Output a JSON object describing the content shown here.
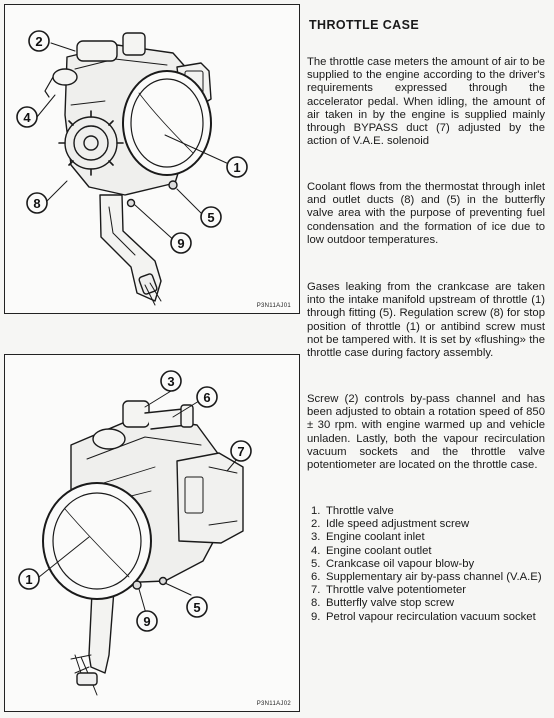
{
  "figure1": {
    "code": "P3N11AJ01",
    "callouts": [
      "1",
      "2",
      "4",
      "5",
      "8",
      "9"
    ]
  },
  "figure2": {
    "code": "P3N11AJ02",
    "callouts": [
      "1",
      "3",
      "5",
      "6",
      "7",
      "9"
    ]
  },
  "heading": "THROTTLE CASE",
  "paragraphs": [
    "The throttle case meters the amount of air to be supplied to the engine according to the driver's requirements expressed through the accelerator pedal. When idling, the amount of air taken in by the engine is supplied mainly through BYPASS duct (7) adjusted by the action of V.A.E. solenoid",
    "Coolant flows from the thermostat through inlet and outlet ducts (8) and (5) in the butterfly valve area with the purpose of preventing fuel condensation and the formation of ice due to low outdoor temperatures.",
    "Gases leaking from the crankcase are taken into the intake manifold upstream of throttle (1) through fitting (5). Regulation screw (8) for stop position of throttle (1) or antibind screw must not be tampered with. It is set by «flushing» the throttle case during factory assembly.",
    "Screw (2) controls by-pass channel and has been adjusted to obtain a rotation speed of 850 ± 30 rpm. with engine warmed up and vehicle unladen. Lastly, both the vapour recirculation vacuum sockets and the throttle valve potentiometer are located on the throttle case."
  ],
  "legend": [
    {
      "num": "1.",
      "text": "Throttle valve"
    },
    {
      "num": "2.",
      "text": "Idle speed adjustment screw"
    },
    {
      "num": "3.",
      "text": "Engine coolant inlet"
    },
    {
      "num": "4.",
      "text": "Engine coolant outlet"
    },
    {
      "num": "5.",
      "text": "Crankcase oil vapour blow-by"
    },
    {
      "num": "6.",
      "text": "Supplementary air by-pass channel (V.A.E)"
    },
    {
      "num": "7.",
      "text": "Throttle valve potentiometer"
    },
    {
      "num": "8.",
      "text": "Butterfly valve stop screw"
    },
    {
      "num": "9.",
      "text": "Petrol vapour recirculation vacuum socket"
    }
  ]
}
